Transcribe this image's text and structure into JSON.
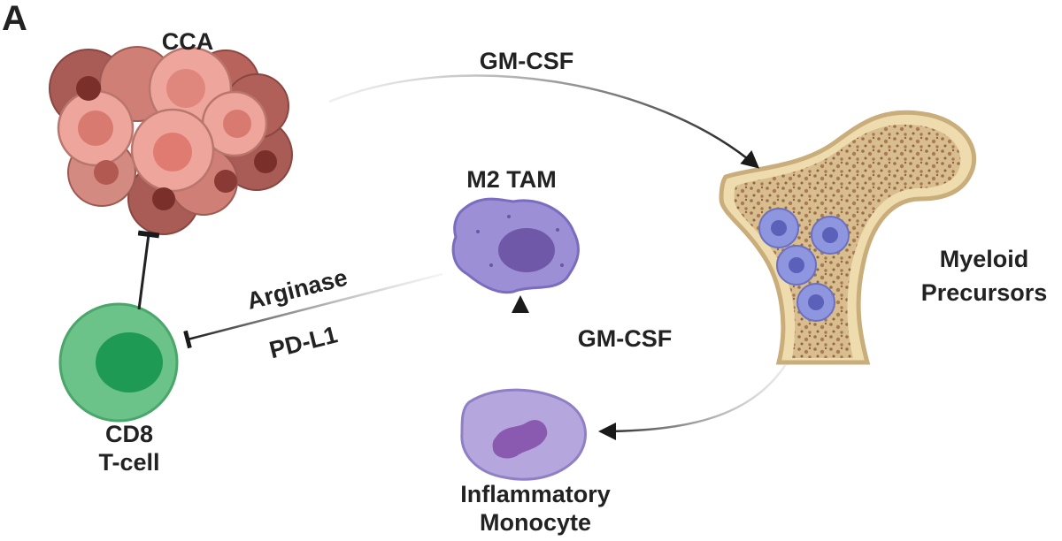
{
  "panel_letter": "A",
  "nodes": {
    "cca": {
      "label": "CCA"
    },
    "m2_tam": {
      "label": "M2 TAM"
    },
    "myeloid": {
      "line1": "Myeloid",
      "line2": "Precursors"
    },
    "cd8": {
      "line1": "CD8",
      "line2": "T-cell"
    },
    "monocyte": {
      "line1": "Inflammatory",
      "line2": "Monocyte"
    }
  },
  "edges": {
    "cca_to_bone": "GM-CSF",
    "monocyte_to_tam": "GM-CSF",
    "tam_to_cd8_top": "Arginase",
    "tam_to_cd8_bottom": "PD-L1"
  },
  "colors": {
    "text": "#222222",
    "cca_light": "#e8a098",
    "cca_dark": "#a85c55",
    "tam_fill": "#9d8fd6",
    "tam_nucleus": "#6f58a8",
    "tcell_outer": "#6cc38a",
    "tcell_inner": "#1f9a55",
    "bone_fill": "#e9d8a8",
    "bone_spot": "#a07550",
    "precursor_fill": "#8a8ed8",
    "monocyte_fill": "#b6a6de",
    "monocyte_nucleus": "#8a5ab0"
  }
}
